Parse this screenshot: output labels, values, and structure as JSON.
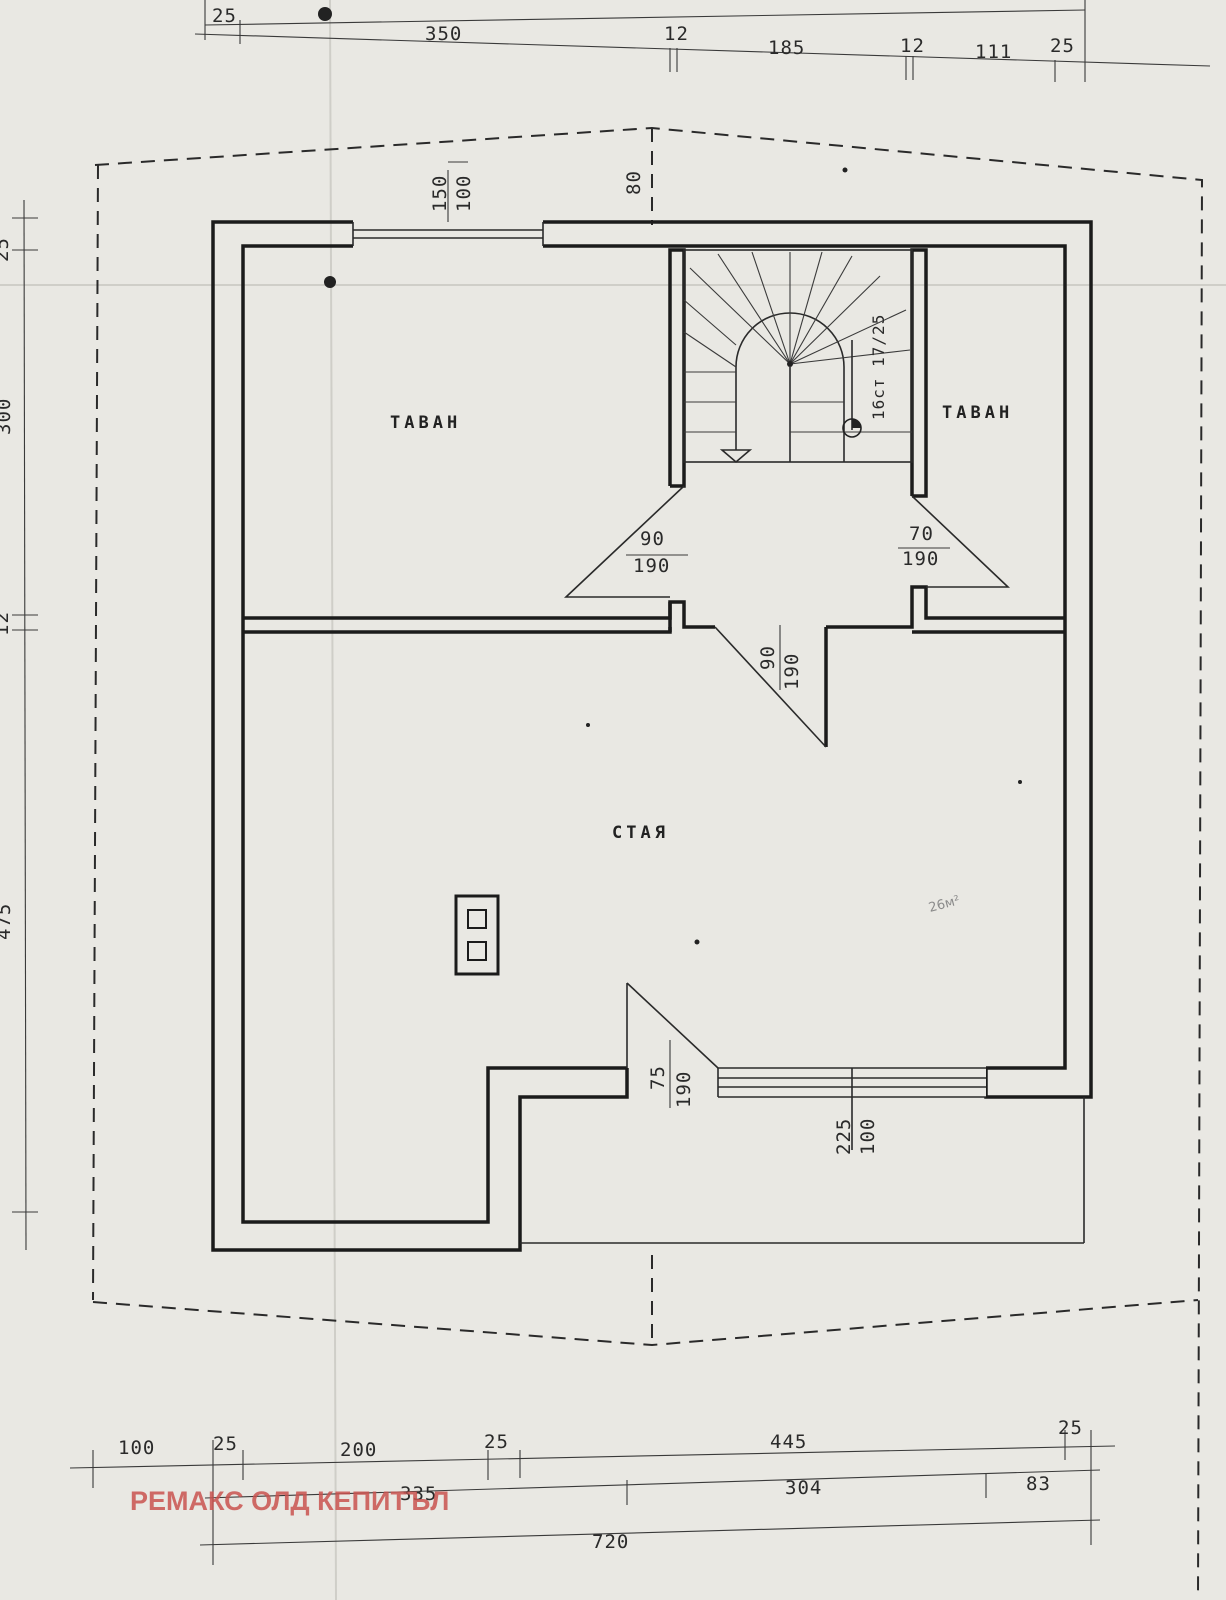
{
  "top_dimensions": [
    "25",
    "350",
    "12",
    "185",
    "12",
    "111",
    "25"
  ],
  "top_note": "80",
  "left_dimensions": [
    "25",
    "300",
    "12",
    "475"
  ],
  "windows": {
    "top": {
      "width": "150",
      "height": "100"
    },
    "bottom": {
      "width": "225",
      "height": "100"
    }
  },
  "rooms": {
    "attic_left": "ТАВАН",
    "attic_right": "ТАВАН",
    "room": "СТАЯ"
  },
  "room_area_note": "26м²",
  "stair_note": "16ст 17/25",
  "doors": [
    {
      "width": "90",
      "height": "190"
    },
    {
      "width": "70",
      "height": "190"
    },
    {
      "width": "90",
      "height": "190"
    },
    {
      "width": "75",
      "height": "190"
    }
  ],
  "bottom_dimensions": {
    "row1": [
      "100",
      "25",
      "200",
      "25",
      "445",
      "25"
    ],
    "row2": [
      "335",
      "304",
      "83"
    ],
    "row3": [
      "720"
    ]
  },
  "watermark": "РЕМАКС ОЛД КЕПИТЪЛ"
}
